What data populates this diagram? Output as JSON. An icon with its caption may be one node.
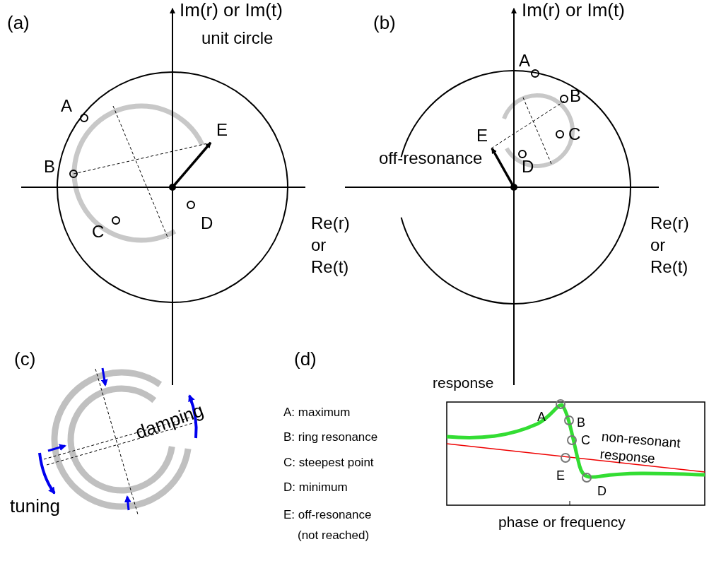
{
  "diagram": {
    "labels": [
      "(a)",
      "Im(r) or Im(t)",
      "unit circle",
      "A",
      "E",
      "B",
      "C",
      "D",
      "Re(r) or Re(t)",
      "(b)",
      "Im(r) or Im(t)",
      "A",
      "B",
      "E",
      "C",
      "off-resonance",
      "D",
      "Re(r) or Re(t)",
      "(c)",
      "damping",
      "tuning",
      "(d)",
      "response",
      "A",
      "B",
      "C",
      "non-resonant response",
      "A: maximum",
      "B: ring resonance",
      "C: steepest point",
      "D: minimum",
      "E: off-resonance (not reached)",
      "E",
      "D",
      "phase or frequency"
    ]
  }
}
